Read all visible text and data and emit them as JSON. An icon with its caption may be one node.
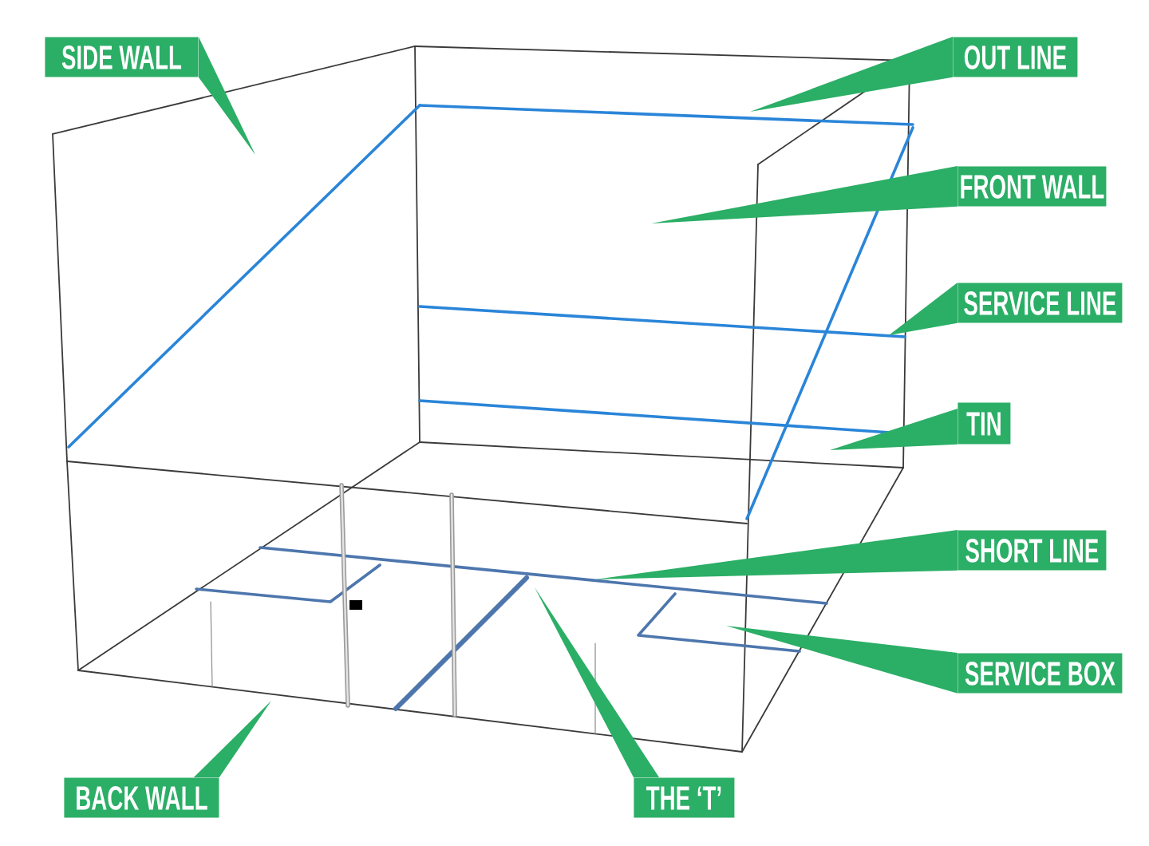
{
  "diagram": {
    "nodes": [
      {
        "text": [
          "SIDE WALL"
        ]
      },
      {
        "text": [
          "OUT LINE"
        ]
      },
      {
        "text": [
          "FRONT WALL"
        ]
      },
      {
        "text": [
          "SERVICE LINE"
        ]
      },
      {
        "text": [
          "TIN"
        ]
      },
      {
        "text": [
          "SHORT LINE"
        ]
      },
      {
        "text": [
          "SERVICE BOX"
        ]
      },
      {
        "text": [
          "BACK WALL"
        ]
      },
      {
        "text": [
          "THE ‘T’"
        ]
      }
    ]
  }
}
